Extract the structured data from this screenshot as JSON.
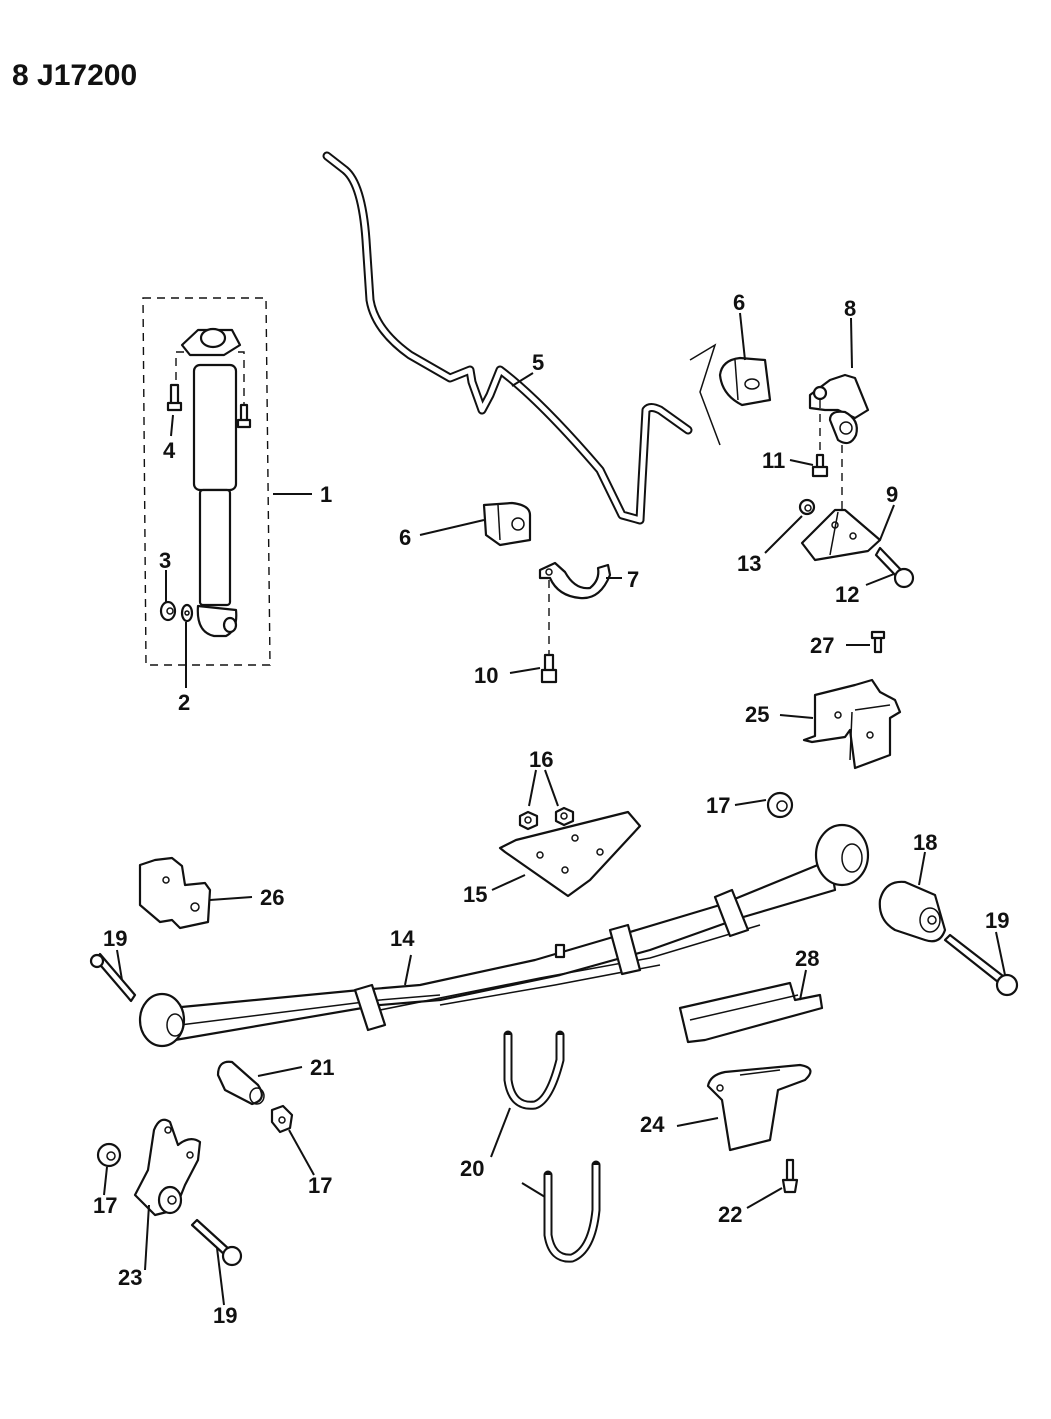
{
  "diagram": {
    "code": "8 J17200",
    "title_visible": false,
    "callouts": [
      {
        "id": "c1",
        "label": "1",
        "part": "shock-absorber-assembly"
      },
      {
        "id": "c2",
        "label": "2",
        "part": "washer"
      },
      {
        "id": "c3",
        "label": "3",
        "part": "nut"
      },
      {
        "id": "c4",
        "label": "4",
        "part": "bolt"
      },
      {
        "id": "c5",
        "label": "5",
        "part": "stabilizer-bar"
      },
      {
        "id": "c6a",
        "label": "6",
        "part": "stabilizer-bushing"
      },
      {
        "id": "c6b",
        "label": "6",
        "part": "stabilizer-bushing"
      },
      {
        "id": "c7",
        "label": "7",
        "part": "bushing-clamp"
      },
      {
        "id": "c8",
        "label": "8",
        "part": "link-clamp"
      },
      {
        "id": "c9",
        "label": "9",
        "part": "bracket"
      },
      {
        "id": "c10",
        "label": "10",
        "part": "bolt"
      },
      {
        "id": "c11",
        "label": "11",
        "part": "bolt"
      },
      {
        "id": "c12",
        "label": "12",
        "part": "bolt"
      },
      {
        "id": "c13",
        "label": "13",
        "part": "nut"
      },
      {
        "id": "c14",
        "label": "14",
        "part": "leaf-spring"
      },
      {
        "id": "c15",
        "label": "15",
        "part": "spring-plate"
      },
      {
        "id": "c16",
        "label": "16",
        "part": "nuts"
      },
      {
        "id": "c17a",
        "label": "17",
        "part": "nut"
      },
      {
        "id": "c17b",
        "label": "17",
        "part": "nut"
      },
      {
        "id": "c17c",
        "label": "17",
        "part": "nut"
      },
      {
        "id": "c18",
        "label": "18",
        "part": "bushing"
      },
      {
        "id": "c19a",
        "label": "19",
        "part": "bolt"
      },
      {
        "id": "c19b",
        "label": "19",
        "part": "bolt"
      },
      {
        "id": "c19c",
        "label": "19",
        "part": "bolt"
      },
      {
        "id": "c20",
        "label": "20",
        "part": "u-bolts"
      },
      {
        "id": "c21",
        "label": "21",
        "part": "bushing"
      },
      {
        "id": "c22",
        "label": "22",
        "part": "screw"
      },
      {
        "id": "c23",
        "label": "23",
        "part": "shackle"
      },
      {
        "id": "c24",
        "label": "24",
        "part": "bumper"
      },
      {
        "id": "c25",
        "label": "25",
        "part": "bracket"
      },
      {
        "id": "c26",
        "label": "26",
        "part": "hanger"
      },
      {
        "id": "c27",
        "label": "27",
        "part": "bolt"
      },
      {
        "id": "c28",
        "label": "28",
        "part": "spacer"
      }
    ]
  }
}
